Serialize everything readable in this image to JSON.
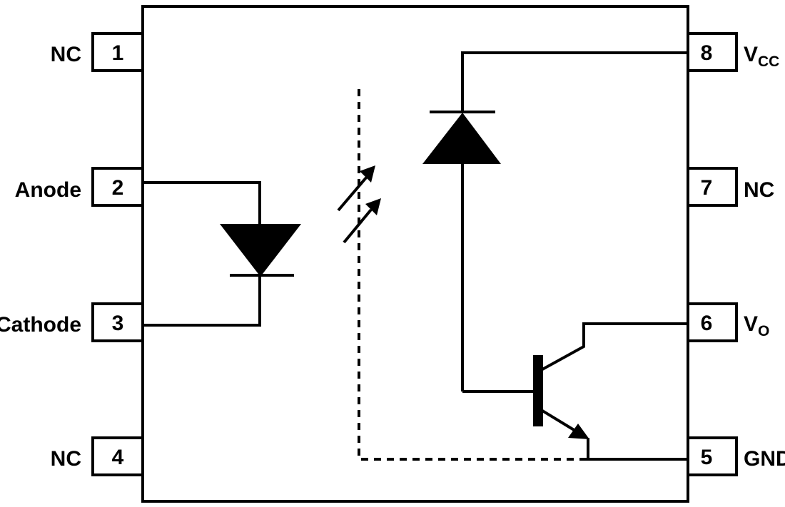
{
  "pins": [
    {
      "number": "1",
      "label": "NC"
    },
    {
      "number": "2",
      "label": "Anode"
    },
    {
      "number": "3",
      "label": "Cathode"
    },
    {
      "number": "4",
      "label": "NC"
    },
    {
      "number": "5",
      "label": "GND"
    },
    {
      "number": "6",
      "label": "V",
      "label_sub": "O"
    },
    {
      "number": "7",
      "label": "NC"
    },
    {
      "number": "8",
      "label": "V",
      "label_sub": "CC"
    }
  ],
  "colors": {
    "line": "#000000",
    "background": "#ffffff"
  }
}
